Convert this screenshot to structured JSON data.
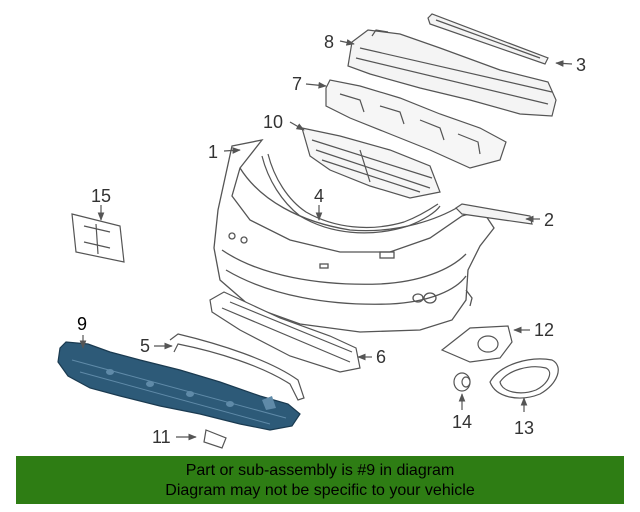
{
  "callouts": {
    "p1": "1",
    "p2": "2",
    "p3": "3",
    "p4": "4",
    "p5": "5",
    "p6": "6",
    "p7": "7",
    "p8": "8",
    "p9": "9",
    "p10": "10",
    "p11": "11",
    "p12": "12",
    "p13": "13",
    "p14": "14",
    "p15": "15"
  },
  "highlighted_part": "9",
  "colors": {
    "highlight": "#2d5a78",
    "banner": "#2e7d14",
    "line": "#555555"
  },
  "banner": {
    "line1": "Part or sub-assembly is #9 in diagram",
    "line2": "Diagram may not be specific to your vehicle"
  }
}
